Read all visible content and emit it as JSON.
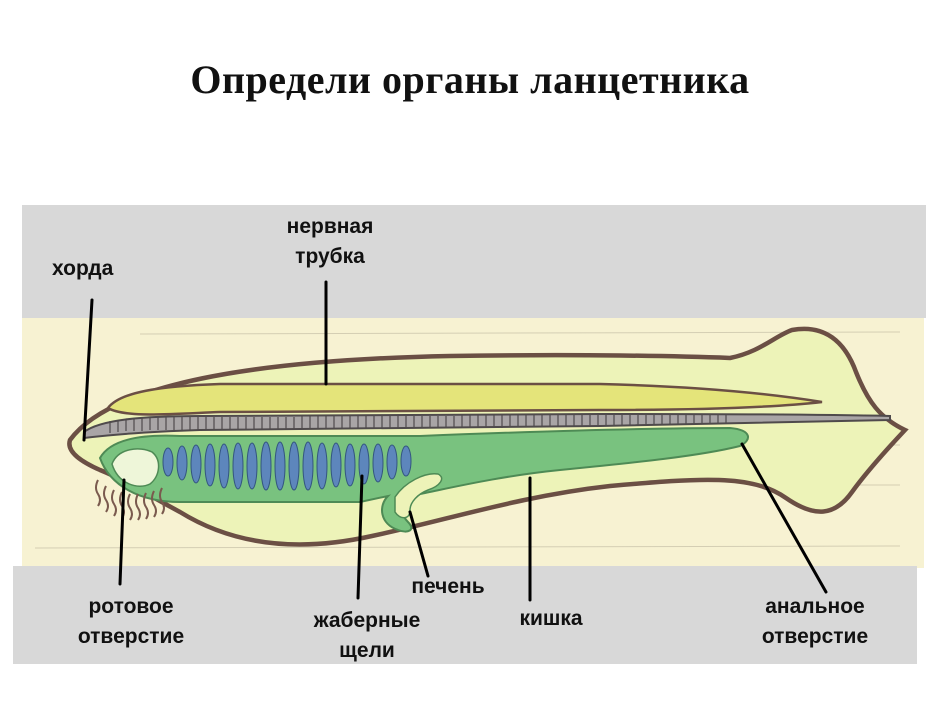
{
  "title": "Определи органы ланцетника",
  "labels": {
    "chorda": "хорда",
    "neural_tube": [
      "нервная",
      "трубка"
    ],
    "mouth": [
      "ротовое",
      "отверстие"
    ],
    "gill_slits": [
      "жаберные",
      "щели"
    ],
    "liver": "печень",
    "intestine": "кишка",
    "anus": [
      "анальное",
      "отверстие"
    ]
  },
  "colors": {
    "band": "#d8d8d8",
    "paper": "#f7f2d2",
    "body_outline": "#6b4f44",
    "neural_tube": "#e4e47a",
    "chorda": "#8e8a8c",
    "gut": "#79c27f",
    "gills": "#5d86bc"
  }
}
